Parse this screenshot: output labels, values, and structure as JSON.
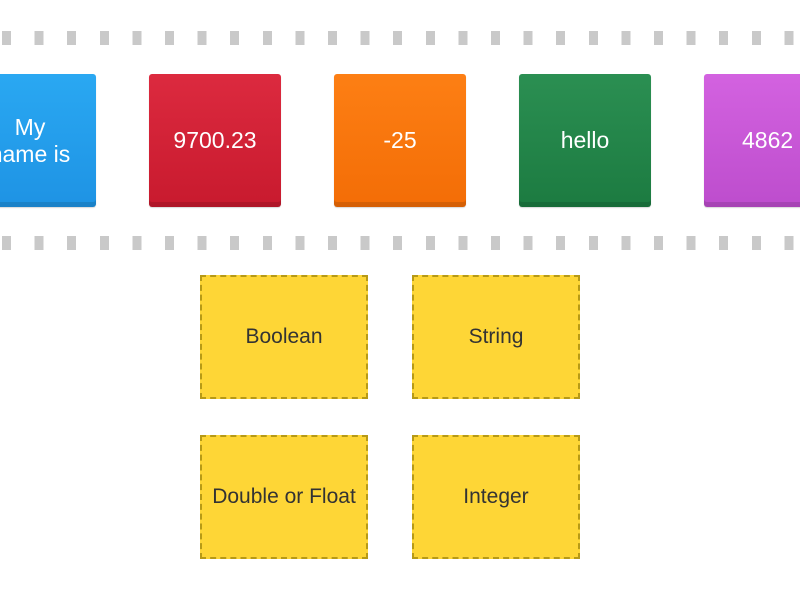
{
  "cards": [
    {
      "lines": [
        "My",
        "name is"
      ],
      "color": "#1e93e4"
    },
    {
      "label": "9700.23",
      "color": "#c81a2e"
    },
    {
      "label": "-25",
      "color": "#f36d06"
    },
    {
      "label": "hello",
      "color": "#1c7b41"
    },
    {
      "label": "4862",
      "color": "#bd4dcd"
    }
  ],
  "drop_zones": {
    "boolean": "Boolean",
    "string": "String",
    "double_or_float": "Double or Float",
    "integer": "Integer"
  },
  "colors": {
    "zone_fill": "#fed636",
    "zone_border": "#b79a16",
    "track_dash": "#c9c9c9"
  }
}
